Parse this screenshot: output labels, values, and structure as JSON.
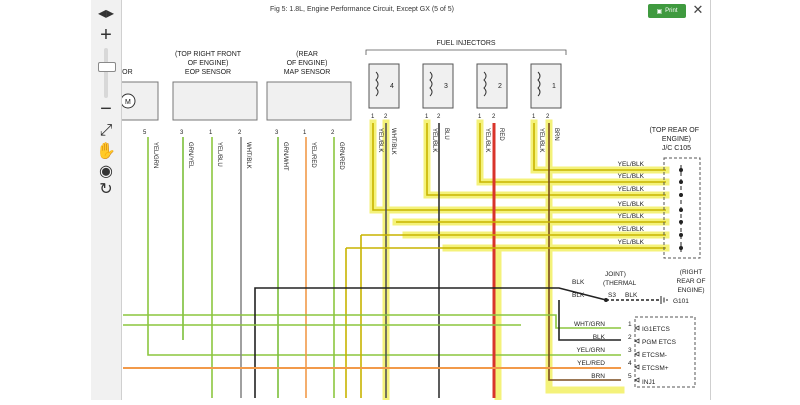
{
  "window": {
    "title": "Fig 5: 1.8L, Engine Performance Circuit, Except GX (5 of 5)",
    "print_label": "Print",
    "close_glyph": "✕"
  },
  "toolbar": {
    "icons": [
      "nav-arrows-icon",
      "zoom-in-icon",
      "zoom-slider",
      "zoom-out-icon",
      "fit-screen-icon",
      "pan-hand-icon",
      "view-eye-icon",
      "rotate-icon"
    ]
  },
  "diagram": {
    "partial_label": "TOR",
    "eop": {
      "location": [
        "(TOP RIGHT FRONT",
        "OF ENGINE)"
      ],
      "name": "EOP SENSOR",
      "pins": [
        "3",
        "1",
        "2"
      ]
    },
    "map": {
      "location": [
        "(REAR",
        "OF ENGINE)"
      ],
      "name": "MAP SENSOR",
      "pins": [
        "3",
        "1",
        "2"
      ]
    },
    "fuel_injectors_label": "FUEL INJECTORS",
    "injector_numbers": [
      "4",
      "3",
      "2",
      "1"
    ],
    "injector_pins": [
      "1",
      "2"
    ],
    "first_pin": "5",
    "wire_colors_top": [
      "YEL/GRN",
      "GRN/YEL",
      "YEL/BLU",
      "WHT/BLK",
      "GRN/WHT",
      "YEL/RED",
      "GRN/RED",
      "YEL/BLK",
      "WHT/BLK",
      "YEL/BLK",
      "BLU",
      "YEL/BLK",
      "RED",
      "YEL/BLK",
      "BRN"
    ],
    "connector_c105": {
      "label": [
        "(TOP REAR OF",
        "ENGINE)",
        "J/C C105"
      ],
      "wires": [
        "YEL/BLK",
        "YEL/BLK",
        "YEL/BLK",
        "YEL/BLK",
        "YEL/BLK",
        "YEL/BLK",
        "YEL/BLK"
      ]
    },
    "joint": {
      "label": [
        "JOINT)",
        "(THERMAL"
      ],
      "wire_top": "BLK",
      "wire_left": "BLK",
      "pin": "S3",
      "wire_right": "BLK",
      "ground": "G101"
    },
    "ground_location": [
      "(RIGHT",
      "REAR OF",
      "ENGINE)"
    ],
    "etcs_connector": {
      "rows": [
        {
          "wire": "WHT/GRN",
          "pin": "1",
          "signal": "IG1ETCS"
        },
        {
          "wire": "BLK",
          "pin": "2",
          "signal": "PGM ETCS"
        },
        {
          "wire": "YEL/GRN",
          "pin": "3",
          "signal": "ETCSM-"
        },
        {
          "wire": "YEL/RED",
          "pin": "4",
          "signal": "ETCSM+"
        },
        {
          "wire": "BRN",
          "pin": "5",
          "signal": "INJ1"
        }
      ]
    }
  }
}
